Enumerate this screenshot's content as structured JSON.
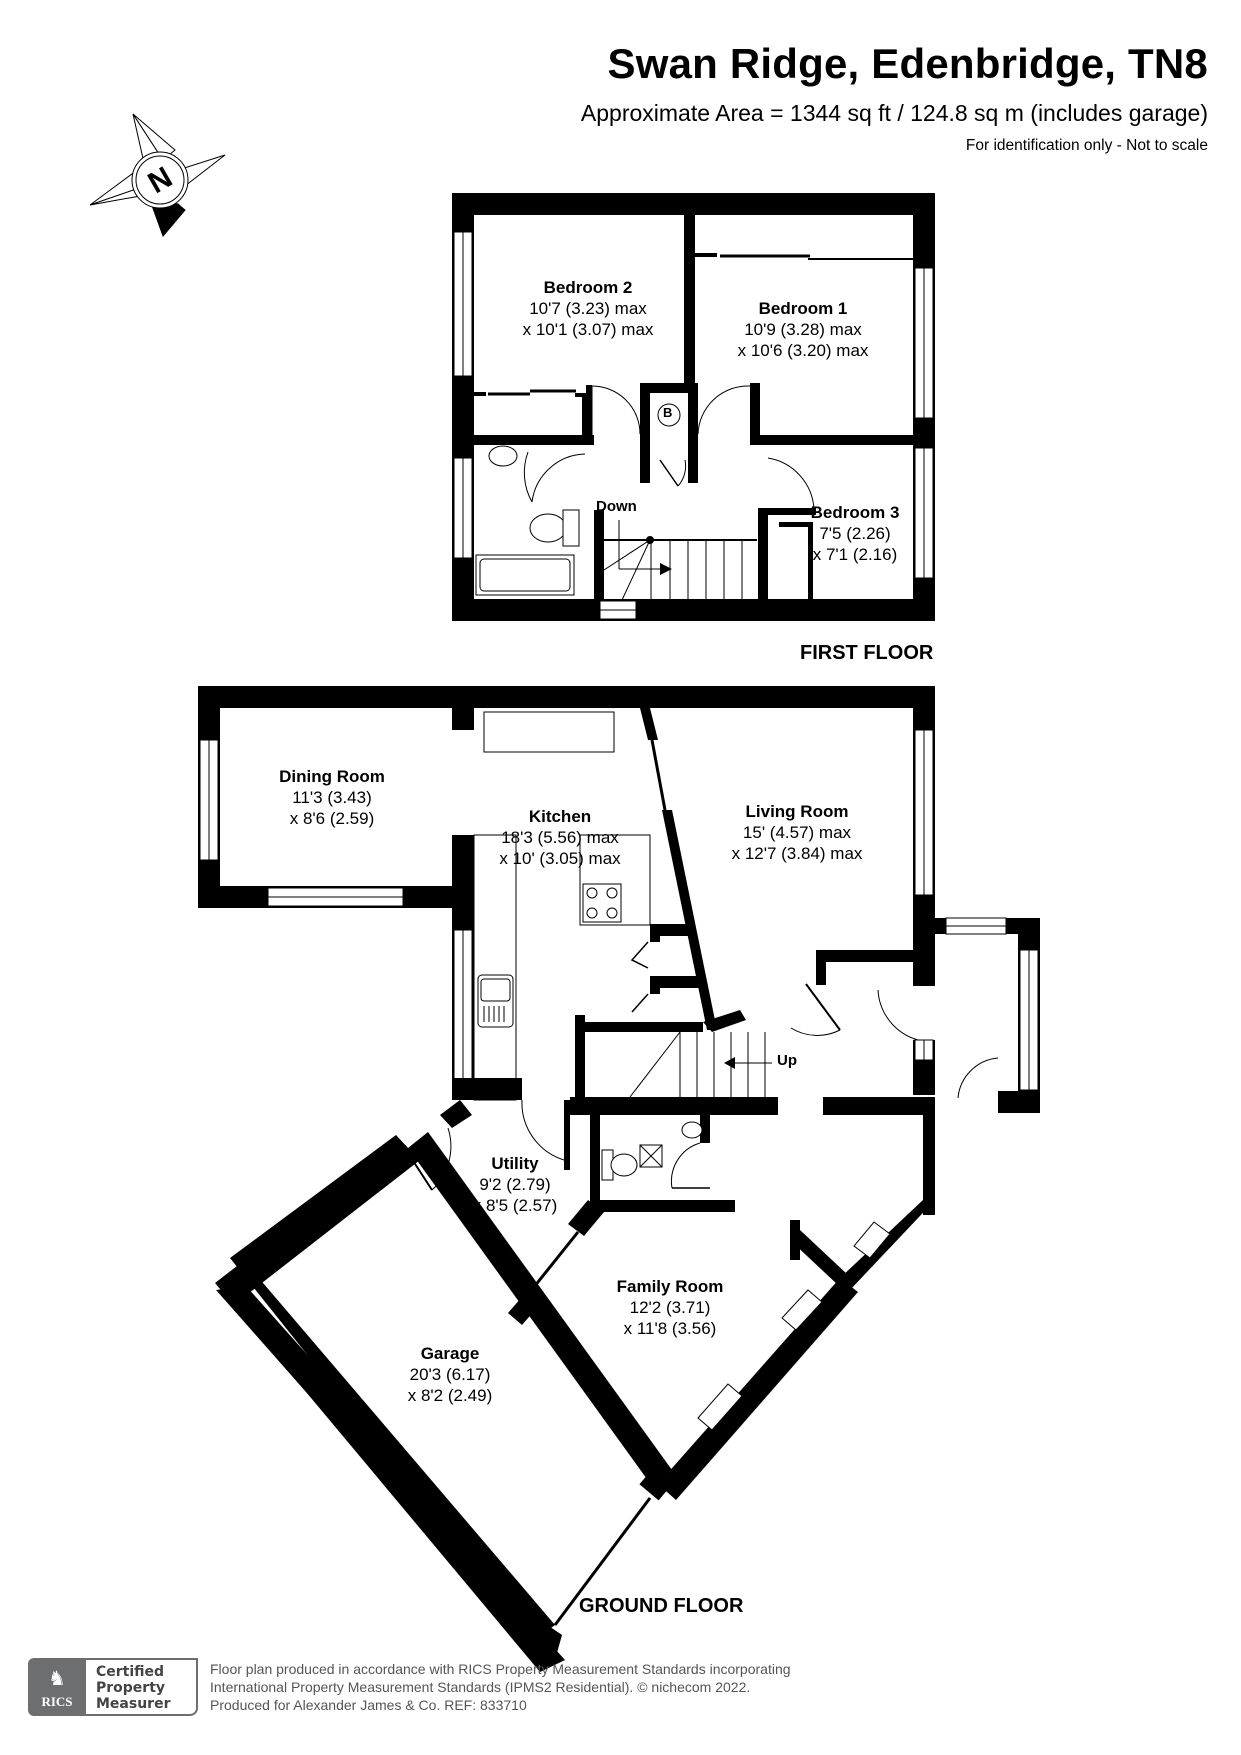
{
  "header": {
    "title": "Swan Ridge, Edenbridge, TN8",
    "area": "Approximate Area = 1344 sq ft / 124.8 sq m (includes garage)",
    "disclaimer": "For identification only - Not to scale"
  },
  "compass": {
    "label": "N",
    "icon": "north-compass-icon"
  },
  "first_floor": {
    "label": "FIRST FLOOR",
    "rooms": [
      {
        "name": "Bedroom 2",
        "dim1": "10'7 (3.23) max",
        "dim2": "x 10'1 (3.07) max"
      },
      {
        "name": "Bedroom 1",
        "dim1": "10'9 (3.28) max",
        "dim2": "x 10'6 (3.20) max"
      },
      {
        "name": "Bedroom 3",
        "dim1": "7'5 (2.26)",
        "dim2": "x 7'1 (2.16)"
      }
    ],
    "boiler_label": "B",
    "stairs_label": "Down"
  },
  "ground_floor": {
    "label": "GROUND FLOOR",
    "rooms": [
      {
        "name": "Dining Room",
        "dim1": "11'3 (3.43)",
        "dim2": "x 8'6 (2.59)"
      },
      {
        "name": "Kitchen",
        "dim1": "18'3 (5.56) max",
        "dim2": "x 10' (3.05) max"
      },
      {
        "name": "Living Room",
        "dim1": "15' (4.57) max",
        "dim2": "x 12'7 (3.84) max"
      },
      {
        "name": "Utility",
        "dim1": "9'2 (2.79)",
        "dim2": "x 8'5 (2.57)"
      },
      {
        "name": "Family Room",
        "dim1": "12'2 (3.71)",
        "dim2": "x 11'8 (3.56)"
      },
      {
        "name": "Garage",
        "dim1": "20'3 (6.17)",
        "dim2": "x 8'2 (2.49)"
      }
    ],
    "stairs_label": "Up"
  },
  "footer": {
    "badge_org": "RICS",
    "badge_lines": [
      "Certified",
      "Property",
      "Measurer"
    ],
    "lines": [
      "Floor plan produced in accordance with RICS Property Measurement Standards incorporating",
      "International Property Measurement Standards (IPMS2 Residential).   © nichecom 2022.",
      "Produced for Alexander James & Co.   REF: 833710"
    ]
  }
}
